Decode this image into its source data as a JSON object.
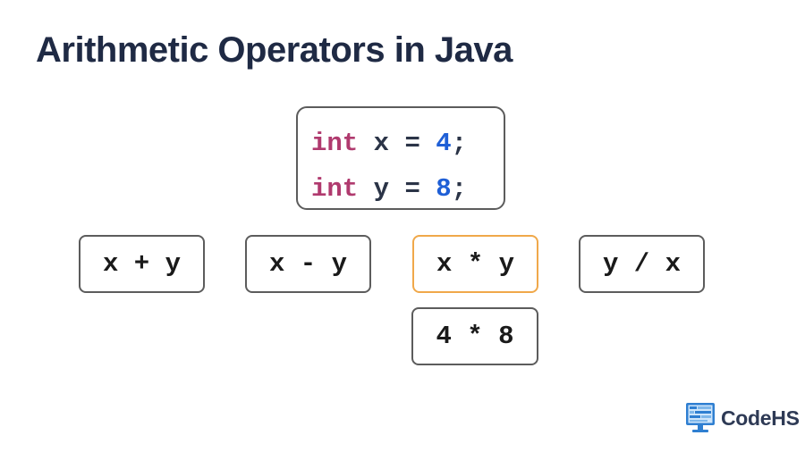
{
  "slide": {
    "title": "Arithmetic Operators in Java"
  },
  "declarations": [
    {
      "keyword": "int",
      "name": "x",
      "op": "=",
      "value": "4",
      "end": ";"
    },
    {
      "keyword": "int",
      "name": "y",
      "op": "=",
      "value": "8",
      "end": ";"
    }
  ],
  "expressions": [
    {
      "text": "x + y",
      "highlighted": false
    },
    {
      "text": "x - y",
      "highlighted": false
    },
    {
      "text": "x * y",
      "highlighted": true
    },
    {
      "text": "y / x",
      "highlighted": false
    }
  ],
  "evaluation": {
    "text": "4 * 8"
  },
  "colors": {
    "keyword": "#b03a6e",
    "number": "#1f5fd6",
    "highlight_border": "#f0a84a",
    "box_border": "#5c5c5c",
    "title": "#1f2a44"
  },
  "logo": {
    "text": "CodeHS",
    "icon": "codehs-monitor-icon"
  }
}
